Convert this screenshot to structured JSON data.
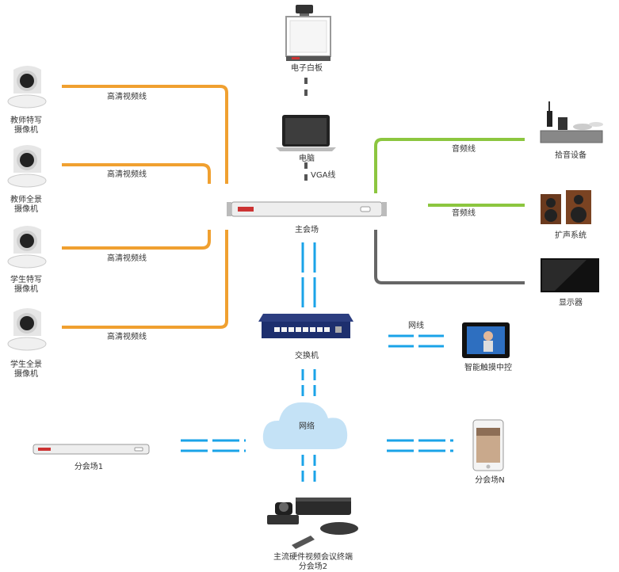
{
  "nodes": {
    "whiteboard": "电子白板",
    "computer": "电脑",
    "main_venue": "主会场",
    "switch": "交换机",
    "network": "网络",
    "sub_venue_1": "分会场1",
    "sub_venue_n": "分会场N",
    "terminal_line1": "主流硬件视频会议终端",
    "terminal_line2": "分会场2",
    "pickup": "拾音设备",
    "speakers": "扩声系统",
    "display": "显示器",
    "touch_panel": "智能触摸中控",
    "cam1_a": "教师特写",
    "cam1_b": "摄像机",
    "cam2_a": "教师全景",
    "cam2_b": "摄像机",
    "cam3_a": "学生特写",
    "cam3_b": "摄像机",
    "cam4_a": "学生全景",
    "cam4_b": "摄像机"
  },
  "links": {
    "hd1": "高清视频线",
    "hd2": "高清视频线",
    "hd3": "高清视频线",
    "hd4": "高清视频线",
    "vga": "VGA线",
    "audio1": "音频线",
    "audio2": "音频线",
    "net": "网线"
  },
  "colors": {
    "hd_video": "#f0a030",
    "audio": "#8cc63f",
    "display_cable": "#666666",
    "network": "#1aa3e8",
    "cloud": "#c4e2f6"
  }
}
